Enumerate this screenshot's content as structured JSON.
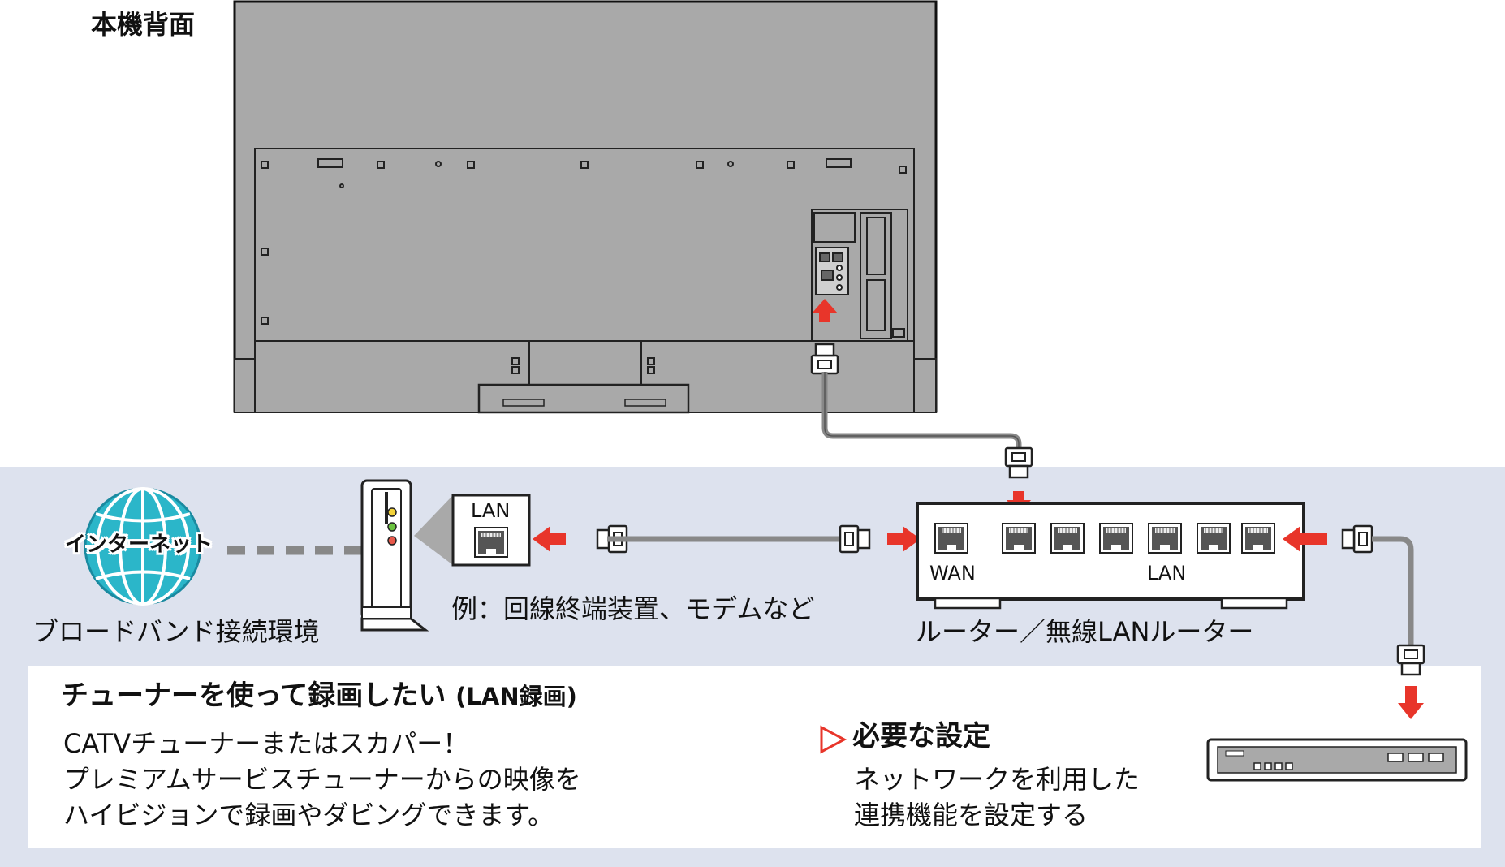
{
  "tv": {
    "label": "本機背面"
  },
  "internet": {
    "globe_label": "インターネット",
    "caption": "ブロードバンド接続環境"
  },
  "modem": {
    "port_label": "LAN",
    "caption": "例：回線終端装置、モデムなど"
  },
  "router": {
    "wan_label": "WAN",
    "lan_label": "LAN",
    "caption": "ルーター／無線LANルーター"
  },
  "info": {
    "title": "チューナーを使って録画したい",
    "title_suffix": "(LAN録画)",
    "lines": [
      "CATVチューナーまたはスカパー！",
      "プレミアムサービスチューナーからの映像を",
      "ハイビジョンで録画やダビングできます。"
    ]
  },
  "settings": {
    "title": "必要な設定",
    "lines": [
      "ネットワークを利用した",
      "連携機能を設定する"
    ]
  },
  "colors": {
    "band": "#dde2ee",
    "tv": "#a9a9a9",
    "arrow": "#e8352a",
    "globe": "#2bb6c9",
    "cable": "#888888"
  },
  "icons": [
    "globe-icon",
    "modem-icon",
    "router-icon",
    "tuner-icon",
    "lan-plug-icon",
    "arrow-icon",
    "triangle-icon"
  ]
}
